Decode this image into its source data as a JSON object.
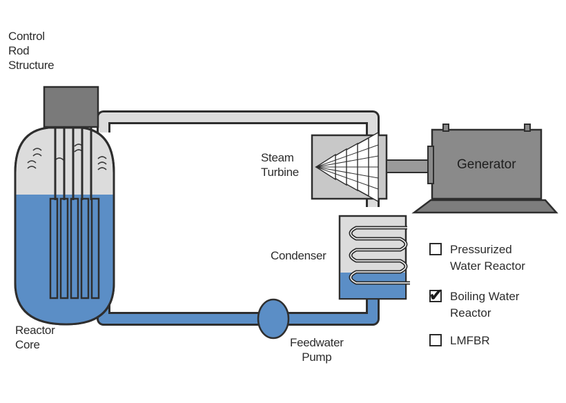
{
  "labels": {
    "control_rod": "Control\nRod\nStructure",
    "steam_turbine": "Steam\nTurbine",
    "generator": "Generator",
    "condenser": "Condenser",
    "reactor_core": "Reactor\nCore",
    "feedwater_pump": "Feedwater\nPump"
  },
  "options": [
    {
      "label": "Pressurized\nWater Reactor",
      "checked": false
    },
    {
      "label": "Boiling Water\nReactor",
      "checked": true
    },
    {
      "label": "LMFBR",
      "checked": false
    }
  ],
  "colors": {
    "water": "#5b8ec6",
    "steam": "#dcdcdc",
    "outline": "#2e2e2e",
    "generator_body": "#8a8a8a",
    "turbine_box": "#c8c8c8",
    "rod_housing": "#7a7a7a"
  },
  "icons": {
    "check": "checkmark-icon"
  }
}
